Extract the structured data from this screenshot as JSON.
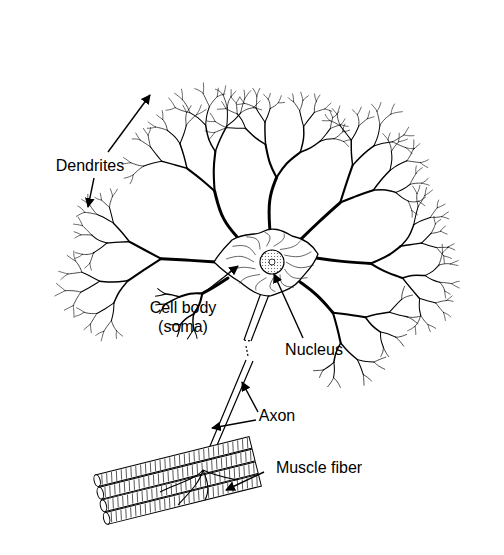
{
  "diagram": {
    "labels": [
      "Dendrites",
      "Cell body (soma)",
      "Nucleus",
      "Axon",
      "Muscle fiber"
    ]
  }
}
